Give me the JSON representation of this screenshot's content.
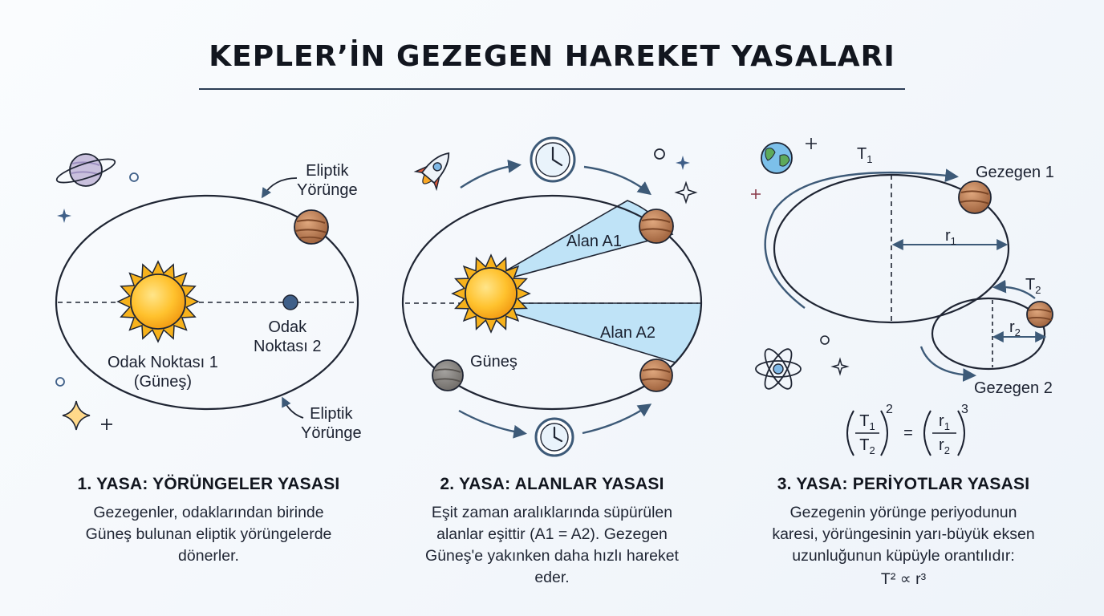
{
  "title": "KEPLER’İN GEZEGEN HAREKET YASALARI",
  "law1": {
    "heading": "1. YASA: YÖRÜNGELER YASASI",
    "description_lines": [
      "Gezegenler, odaklarından birinde",
      "Güneş bulunan eliptik yörüngelerde",
      "dönerler."
    ],
    "labels": {
      "orbit_top": [
        "Eliptik",
        "Yörünge"
      ],
      "orbit_bottom": [
        "Eliptik",
        "Yörünge"
      ],
      "focus1": [
        "Odak Noktası 1",
        "(Güneş)"
      ],
      "focus2": [
        "Odak",
        "Noktası 2"
      ]
    }
  },
  "law2": {
    "heading": "2. YASA: ALANLAR YASASI",
    "description_lines": [
      "Eşit zaman aralıklarında süpürülen",
      "alanlar eşittir (A1 = A2). Gezegen",
      "Güneş'e yakınken daha hızlı hareket",
      "eder."
    ],
    "labels": {
      "area1": "Alan A1",
      "area2": "Alan A2",
      "sun": "Güneş"
    }
  },
  "law3": {
    "heading": "3. YASA: PERİYOTLAR YASASI",
    "description_lines": [
      "Gezegenin yörünge periyodunun",
      "karesi, yörüngesinin yarı-büyük eksen",
      "uzunluğunun küpüyle orantılıdır:"
    ],
    "formula_text": "T² ∝ r³",
    "labels": {
      "planet1": "Gezegen 1",
      "planet2": "Gezegen 2",
      "t1": "T",
      "t1_sub": "1",
      "t2": "T",
      "t2_sub": "2",
      "r1": "r",
      "r1_sub": "1",
      "r2": "r",
      "r2_sub": "2"
    },
    "equation": {
      "num_left": "T",
      "num_left_sub": "1",
      "den_left": "T",
      "den_left_sub": "2",
      "exp_left": "2",
      "equals": "=",
      "num_right": "r",
      "num_right_sub": "1",
      "den_right": "r",
      "den_right_sub": "2",
      "exp_right": "3"
    }
  },
  "colors": {
    "outline": "#1f2533",
    "arrow": "#3d5a78",
    "area_fill": "#bfe3f7",
    "sun": "#f7b21c",
    "planet": "#b5774e",
    "focus_dot": "#3f5f88"
  }
}
